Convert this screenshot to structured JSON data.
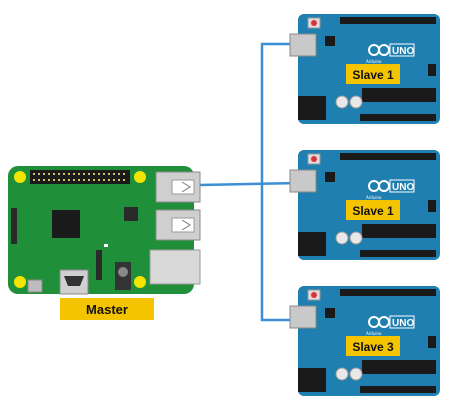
{
  "master": {
    "label": "Master",
    "label_color": "#f5c400",
    "board_color": "#1f8f3a"
  },
  "slaves": [
    {
      "label": "Slave 1",
      "board_text": "UNO",
      "brand": "Arduino"
    },
    {
      "label": "Slave 1",
      "board_text": "UNO",
      "brand": "Arduino"
    },
    {
      "label": "Slave 3",
      "board_text": "UNO",
      "brand": "Arduino"
    }
  ],
  "colors": {
    "arduino_board": "#1f7fb0",
    "arduino_dark": "#0d5a80",
    "slave_label": "#f5c400",
    "wire": "#3a8fd6"
  }
}
